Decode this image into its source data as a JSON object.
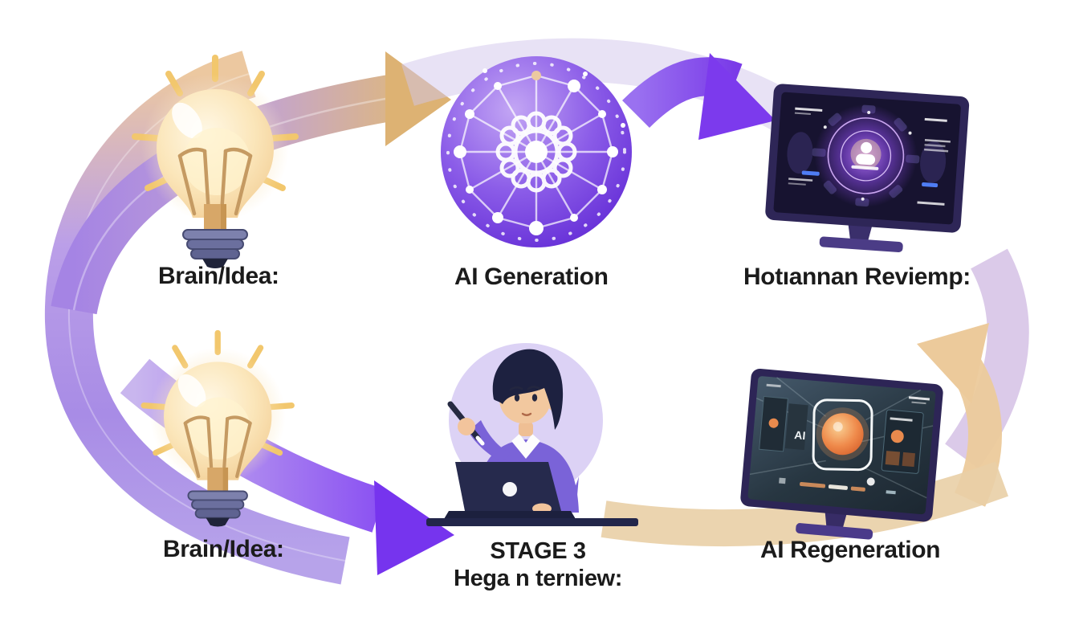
{
  "diagram": {
    "type": "flow-cycle",
    "nodes": [
      {
        "id": "brain-idea-top",
        "label": "Brain/Idea:",
        "icon": "lightbulb-icon"
      },
      {
        "id": "ai-generation",
        "label": "AI Generation",
        "icon": "neural-network-sphere-icon"
      },
      {
        "id": "human-review",
        "label": "Hotıannan Reviemp:",
        "icon": "monitor-review-icon"
      },
      {
        "id": "brain-idea-bottom",
        "label": "Brain/Idea:",
        "icon": "lightbulb-icon"
      },
      {
        "id": "stage-3-review",
        "label_line1": "STAGE 3",
        "label_line2": "Hega n terniew:",
        "icon": "person-laptop-icon"
      },
      {
        "id": "ai-regeneration",
        "label": "AI Regeneration",
        "icon": "monitor-regeneration-icon"
      }
    ],
    "screen_badges": {
      "regen_ai_badge": "AI"
    },
    "colors": {
      "arrow_purple": "#7c3aed",
      "arrow_lavender": "#cbb9ee",
      "arrow_gold": "#ddb273",
      "sphere_purple": "#6b3fd6",
      "bulb_glow": "#f9e3b5",
      "monitor_bezel": "#2e2657",
      "label_text": "#1b1b1b",
      "background": "#ffffff"
    }
  }
}
